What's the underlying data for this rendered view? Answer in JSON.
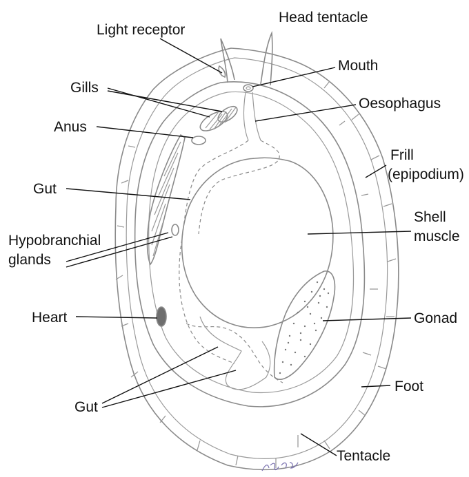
{
  "labels": {
    "light_receptor": "Light receptor",
    "head_tentacle": "Head tentacle",
    "mouth": "Mouth",
    "gills": "Gills",
    "oesophagus": "Oesophagus",
    "anus": "Anus",
    "frill_1": "Frill",
    "frill_2": "(epipodium)",
    "gut_upper": "Gut",
    "shell_muscle_1": "Shell",
    "shell_muscle_2": "muscle",
    "hypobranchial_1": "Hypobranchial",
    "hypobranchial_2": "glands",
    "heart": "Heart",
    "gonad": "Gonad",
    "foot": "Foot",
    "gut_lower": "Gut",
    "tentacle": "Tentacle"
  },
  "signature": "HS LETH",
  "colors": {
    "line": "#8a8a8a",
    "text": "#111111",
    "background": "#ffffff"
  }
}
